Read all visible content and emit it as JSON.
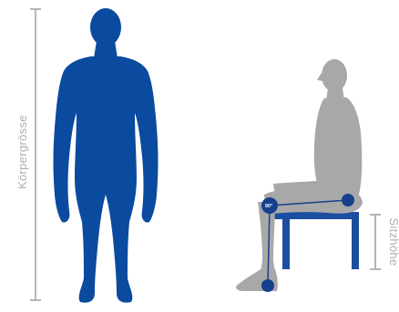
{
  "labels": {
    "body_height": "Körpergrösse",
    "seat_height": "Sitzhöhe",
    "knee_angle": "90°"
  },
  "colors": {
    "standing_figure": "#0A4A9F",
    "seated_figure": "#A8A8A8",
    "chair": "#1B4EA0",
    "markers": "#163F8C",
    "dimension_lines": "#B5B5B5",
    "label_text": "#AFAFAF"
  }
}
